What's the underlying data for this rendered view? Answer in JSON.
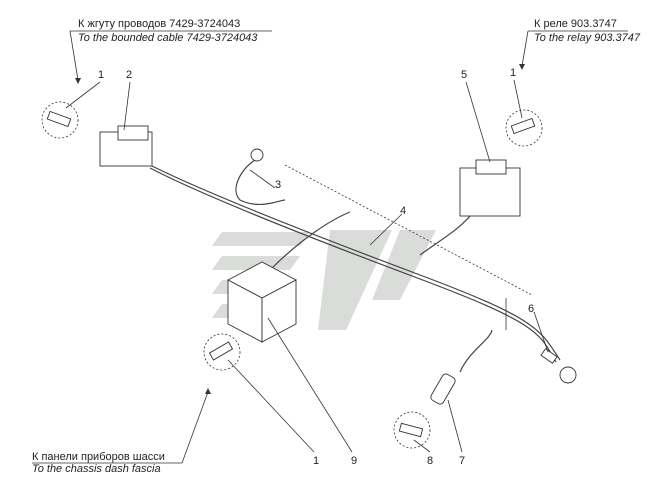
{
  "captions": {
    "top_left": {
      "ru": "К жгуту проводов 7429-3724043",
      "en": "To the bounded cable 7429-3724043"
    },
    "top_right": {
      "ru": "К реле 903.3747",
      "en": "To the relay 903.3747"
    },
    "bottom_left": {
      "ru": "К панели приборов шасси",
      "en": "To the chassis dash fascia"
    }
  },
  "callouts": [
    "1",
    "2",
    "3",
    "4",
    "5",
    "1",
    "6",
    "1",
    "9",
    "8",
    "7"
  ],
  "colors": {
    "line": "#333333",
    "watermark": "#d9dcd9"
  }
}
